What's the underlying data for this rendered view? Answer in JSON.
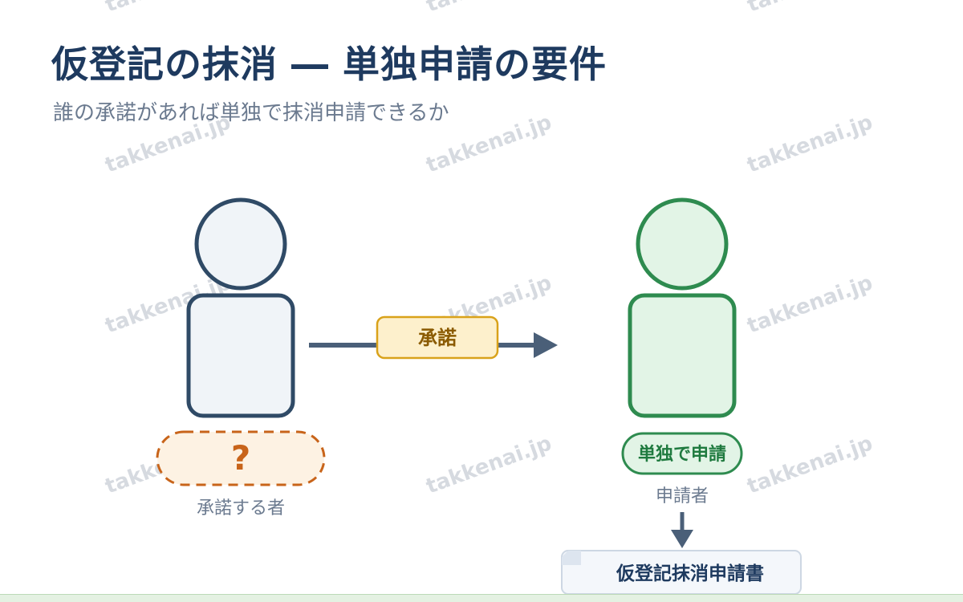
{
  "title": "仮登記の抹消 ― 単独申請の要件",
  "subtitle": "誰の承諾があれば単独で抹消申請できるか",
  "watermark": "takkenai.jp",
  "left_person": {
    "badge": "?",
    "label": "承諾する者"
  },
  "arrow_label": "承諾",
  "right_person": {
    "badge": "単独で申請",
    "label": "申請者"
  },
  "document_label": "仮登記抹消申請書",
  "colors": {
    "navy": "#2f4a66",
    "green": "#2e8b4f",
    "orange": "#c8641a",
    "amber": "#d9a21a"
  }
}
